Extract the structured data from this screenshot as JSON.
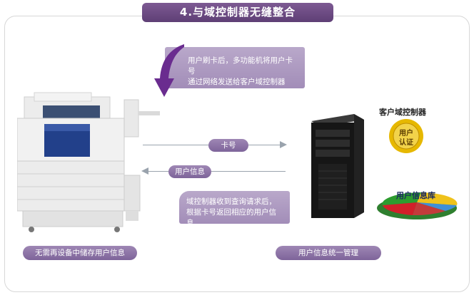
{
  "title": "4.与域控制器无缝整合",
  "callouts": {
    "top_line1": "用户刷卡后，多功能机将用户卡号",
    "top_line2": "通过网络发送给客户域控制器",
    "bottom_line1": "域控制器收到查询请求后，",
    "bottom_line2": "根据卡号返回相应的用户信息"
  },
  "arrows": {
    "card_label": "卡号",
    "user_label": "用户信息"
  },
  "server": {
    "title": "客户域控制器",
    "badge_line1": "用户",
    "badge_line2": "认证",
    "database_label": "用户信息库"
  },
  "footer": {
    "left": "无需再设备中储存用户信息",
    "right": "用户信息统一管理"
  },
  "colors": {
    "purple_dark": "#5e3f75",
    "purple_light": "#a28db8",
    "badge_gold": "#e6b800",
    "pie_red": "#d21f2a",
    "pie_green": "#2d9c2f",
    "pie_yellow": "#efc21b",
    "pie_blue": "#3f8fd8"
  }
}
